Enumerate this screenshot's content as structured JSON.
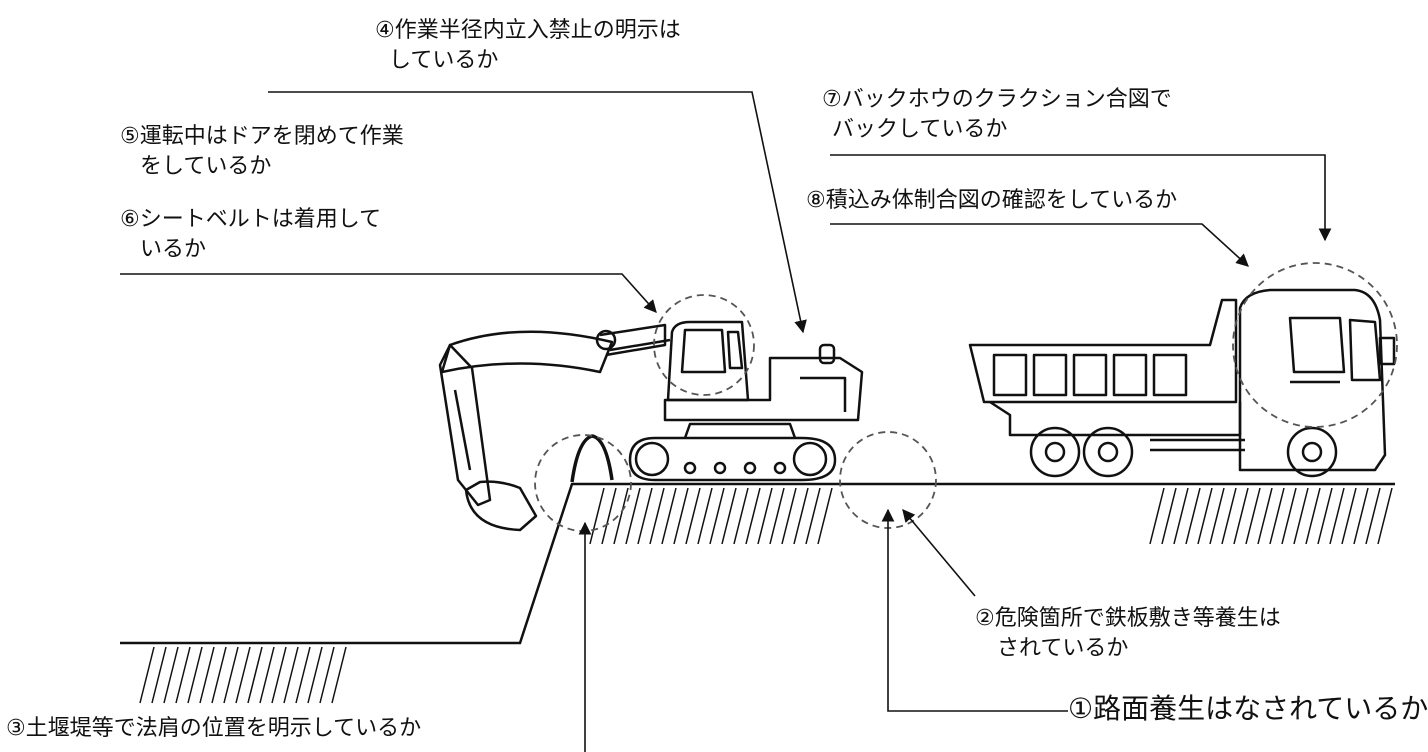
{
  "labels": {
    "c1": {
      "line1": "①路面養生はなされているか"
    },
    "c2": {
      "line1": "②危険箇所で鉄板敷き等養生は",
      "line2": "されているか"
    },
    "c3": {
      "line1": "③土堰堤等で法肩の位置を明示しているか"
    },
    "c4": {
      "line1": "④作業半径内立入禁止の明示は",
      "line2": "しているか"
    },
    "c5": {
      "line1": "⑤運転中はドアを閉めて作業",
      "line2": "をしているか"
    },
    "c6": {
      "line1": "⑥シートベルトは着用して",
      "line2": "いるか"
    },
    "c7": {
      "line1": "⑦バックホウのクラクション合図で",
      "line2": "バックしているか"
    },
    "c8": {
      "line1": "⑧積込み体制合図の確認をしているか"
    }
  },
  "colors": {
    "ink": "#111111",
    "dash": "#666666",
    "background": "#ffffff"
  },
  "icons": [
    "backhoe-excavator",
    "dump-truck",
    "earth-berm"
  ]
}
